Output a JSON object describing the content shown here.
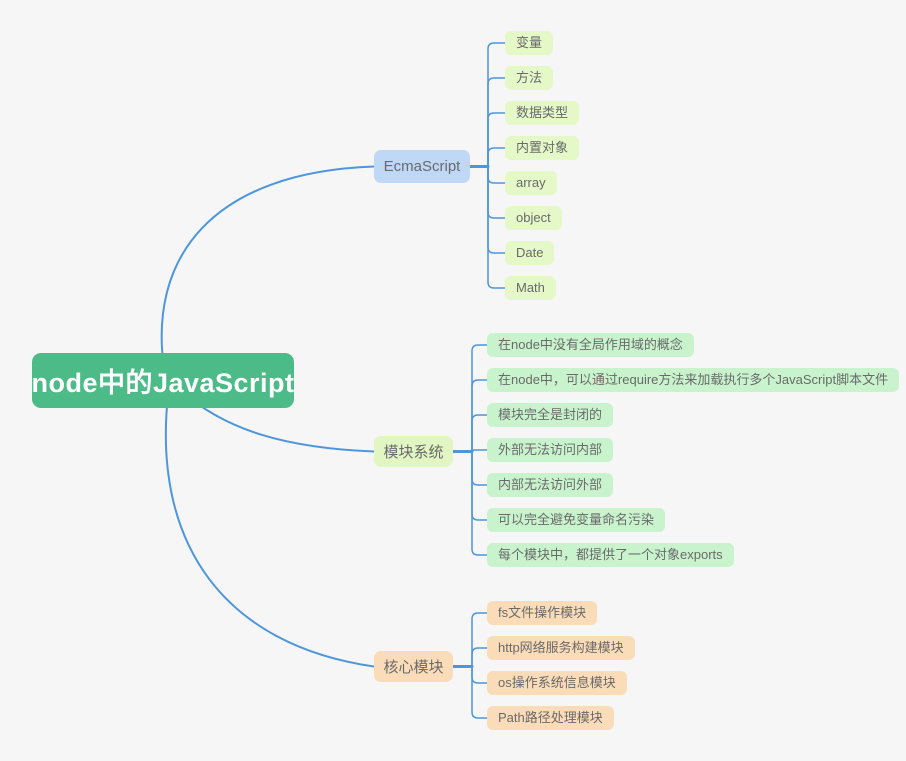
{
  "canvas": {
    "background": "#f6f6f7",
    "line_color": "#4d96db",
    "node_text_color": "#6a6a6a"
  },
  "root": {
    "label": "node中的JavaScript",
    "bg": "#4cbb88",
    "text_color": "#ffffff"
  },
  "branches": [
    {
      "label": "EcmaScript",
      "bg": "#bfd8f5",
      "children_bg": "#e4f8c8",
      "children": [
        "变量",
        "方法",
        "数据类型",
        "内置对象",
        "array",
        "object",
        "Date",
        "Math"
      ]
    },
    {
      "label": "模块系统",
      "bg": "#e2f6c3",
      "children_bg": "#c8f3cd",
      "children": [
        "在node中没有全局作用域的概念",
        "在node中，可以通过require方法来加载执行多个JavaScript脚本文件",
        "模块完全是封闭的",
        "外部无法访问内部",
        "内部无法访问外部",
        "可以完全避免变量命名污染",
        "每个模块中，都提供了一个对象exports"
      ]
    },
    {
      "label": "核心模块",
      "bg": "#fbdcb8",
      "children_bg": "#fbdcb8",
      "children": [
        "fs文件操作模块",
        "http网络服务构建模块",
        "os操作系统信息模块",
        "Path路径处理模块"
      ]
    }
  ]
}
